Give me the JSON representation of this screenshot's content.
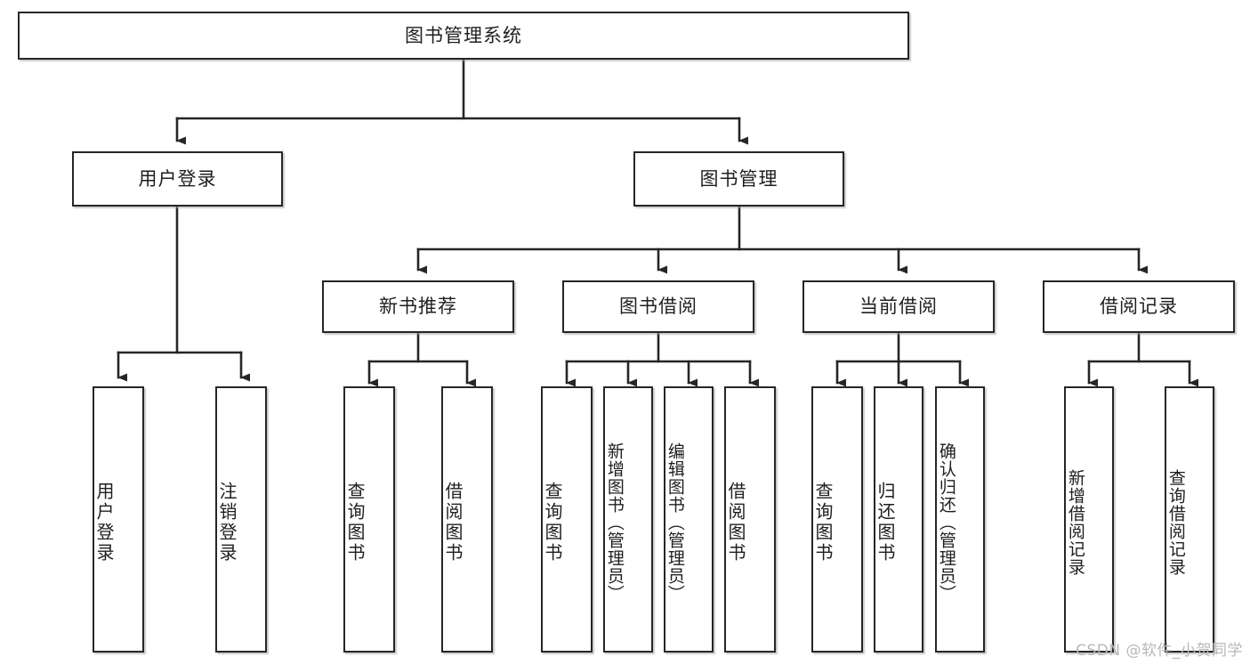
{
  "diagram": {
    "title": "图书管理系统",
    "type": "功能结构图",
    "watermark": "CSDN @软件_小贺同学",
    "style": {
      "box_border_color": "#262626",
      "box_fill_color": "#ffffff",
      "line_color": "#262626",
      "text_color": "#1f1f1f",
      "watermark_color": "#b8b8b8"
    }
  },
  "nodes": {
    "root": {
      "label": "图书管理系统"
    },
    "level2": [
      {
        "label": "用户登录"
      },
      {
        "label": "图书管理"
      }
    ],
    "level3": [
      {
        "label": "新书推荐"
      },
      {
        "label": "图书借阅"
      },
      {
        "label": "当前借阅"
      },
      {
        "label": "借阅记录"
      }
    ],
    "leaves": {
      "user_login": [
        {
          "label": "用户登录"
        },
        {
          "label": "注销登录"
        }
      ],
      "new_book_recommend": [
        {
          "label": "查询图书"
        },
        {
          "label": "借阅图书"
        }
      ],
      "book_borrow": [
        {
          "label": "查询图书"
        },
        {
          "label": "新增图书（管理员）"
        },
        {
          "label": "编辑图书（管理员）"
        },
        {
          "label": "借阅图书"
        }
      ],
      "current_borrow": [
        {
          "label": "查询图书"
        },
        {
          "label": "归还图书"
        },
        {
          "label": "确认归还（管理员）"
        }
      ],
      "borrow_records": [
        {
          "label": "新增借阅记录"
        },
        {
          "label": "查询借阅记录"
        }
      ]
    }
  },
  "hierarchy": {
    "图书管理系统": [
      "用户登录",
      "图书管理"
    ],
    "用户登录": [
      "用户登录",
      "注销登录"
    ],
    "图书管理": [
      "新书推荐",
      "图书借阅",
      "当前借阅",
      "借阅记录"
    ],
    "新书推荐": [
      "查询图书",
      "借阅图书"
    ],
    "图书借阅": [
      "查询图书",
      "新增图书（管理员）",
      "编辑图书（管理员）",
      "借阅图书"
    ],
    "当前借阅": [
      "查询图书",
      "归还图书",
      "确认归还（管理员）"
    ],
    "借阅记录": [
      "新增借阅记录",
      "查询借阅记录"
    ]
  }
}
